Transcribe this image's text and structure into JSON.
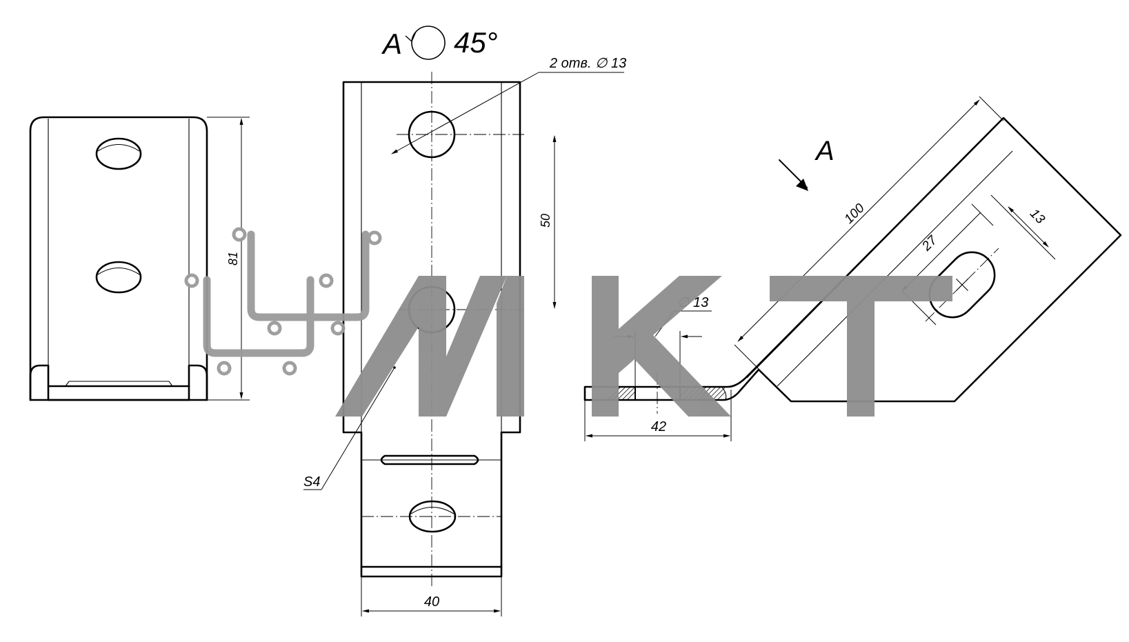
{
  "view_label": {
    "letter": "A",
    "angle": "45°"
  },
  "arrow_label": "A",
  "dimensions": {
    "holes_note": "2 отв.",
    "holes_diameter": "13",
    "height_81": "81",
    "spacing_50": "50",
    "width_40": "40",
    "thickness": "S4",
    "length_100": "100",
    "slot_27": "27",
    "slot_13": "13",
    "hole_diameter_side": "13",
    "base_42": "42"
  },
  "watermark": {
    "text": "МКТ"
  }
}
